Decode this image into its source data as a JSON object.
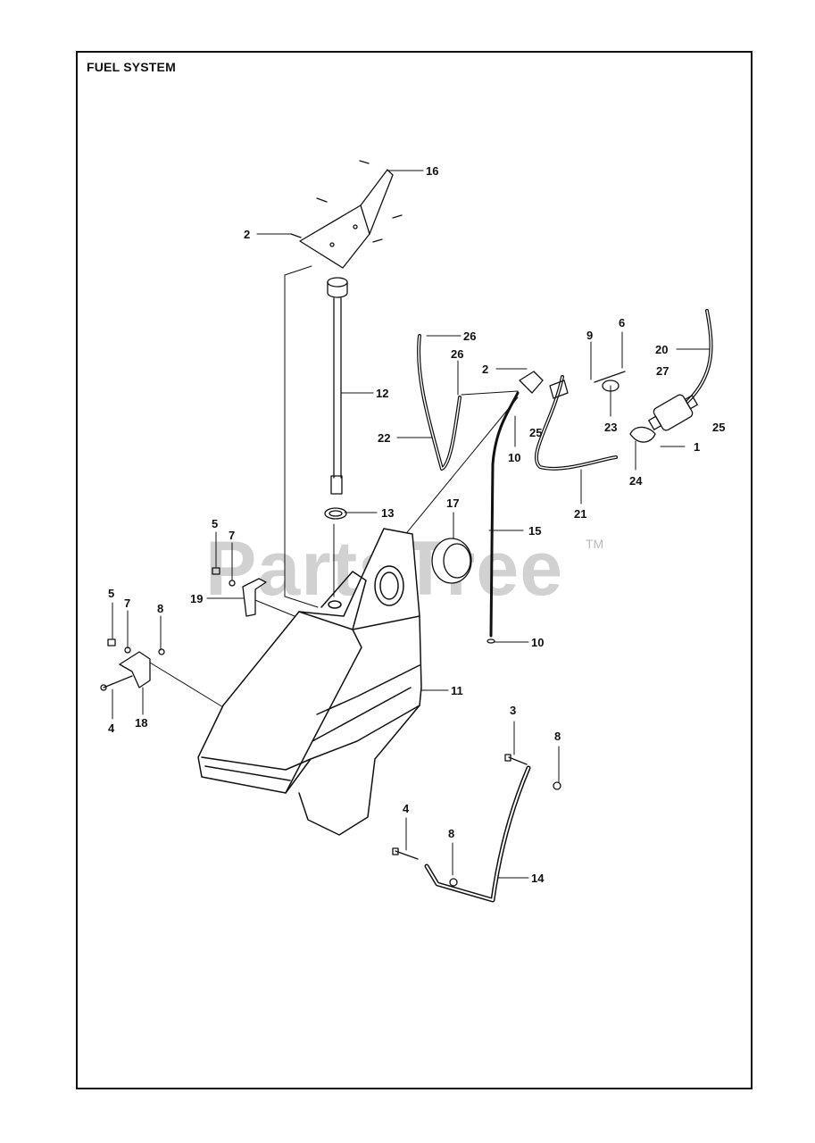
{
  "title": "FUEL SYSTEM",
  "watermark": "PartsTree",
  "watermark_tm": "TM",
  "callouts": [
    {
      "id": "c16",
      "text": "16"
    },
    {
      "id": "c2a",
      "text": "2"
    },
    {
      "id": "c12",
      "text": "12"
    },
    {
      "id": "c13",
      "text": "13"
    },
    {
      "id": "c26a",
      "text": "26"
    },
    {
      "id": "c26b",
      "text": "26"
    },
    {
      "id": "c22",
      "text": "22"
    },
    {
      "id": "c2b",
      "text": "2"
    },
    {
      "id": "c10a",
      "text": "10"
    },
    {
      "id": "c25a",
      "text": "25"
    },
    {
      "id": "c9",
      "text": "9"
    },
    {
      "id": "c6",
      "text": "6"
    },
    {
      "id": "c23",
      "text": "23"
    },
    {
      "id": "c20",
      "text": "20"
    },
    {
      "id": "c27",
      "text": "27"
    },
    {
      "id": "c25b",
      "text": "25"
    },
    {
      "id": "c1",
      "text": "1"
    },
    {
      "id": "c24",
      "text": "24"
    },
    {
      "id": "c21",
      "text": "21"
    },
    {
      "id": "c17",
      "text": "17"
    },
    {
      "id": "c15",
      "text": "15"
    },
    {
      "id": "c5a",
      "text": "5"
    },
    {
      "id": "c7a",
      "text": "7"
    },
    {
      "id": "c19",
      "text": "19"
    },
    {
      "id": "c5b",
      "text": "5"
    },
    {
      "id": "c7b",
      "text": "7"
    },
    {
      "id": "c8a",
      "text": "8"
    },
    {
      "id": "c4a",
      "text": "4"
    },
    {
      "id": "c18",
      "text": "18"
    },
    {
      "id": "c10b",
      "text": "10"
    },
    {
      "id": "c11",
      "text": "11"
    },
    {
      "id": "c3",
      "text": "3"
    },
    {
      "id": "c8b",
      "text": "8"
    },
    {
      "id": "c4b",
      "text": "4"
    },
    {
      "id": "c8c",
      "text": "8"
    },
    {
      "id": "c14",
      "text": "14"
    }
  ]
}
